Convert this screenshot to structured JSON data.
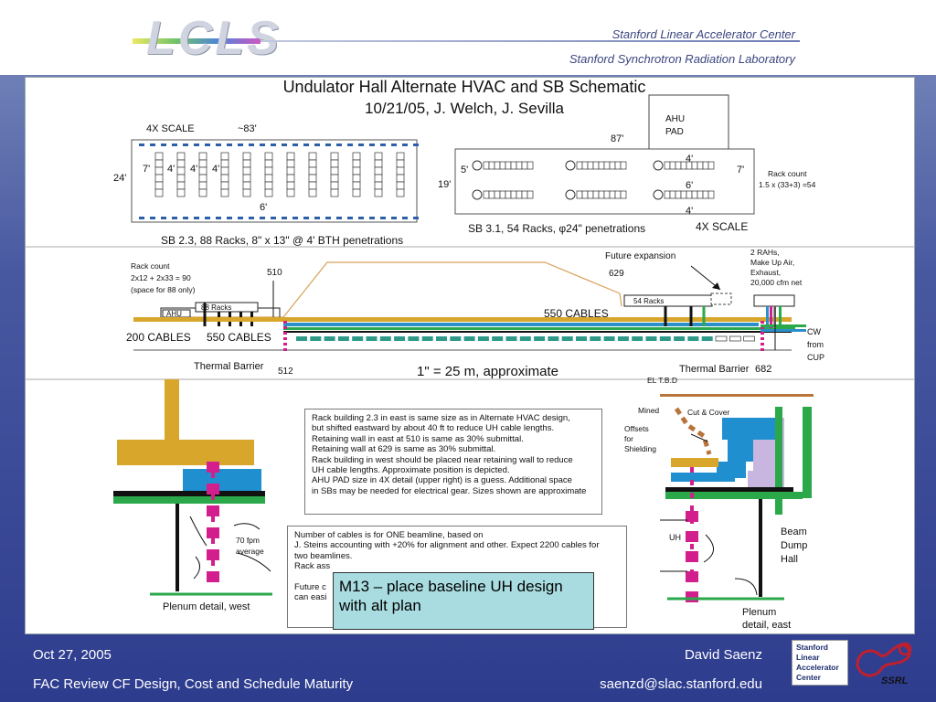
{
  "header": {
    "logo_text": "LCLS",
    "org_line_1": "Stanford Linear Accelerator Center",
    "org_line_2": "Stanford Synchrotron Radiation Laboratory"
  },
  "diagram": {
    "title": "Undulator Hall Alternate HVAC and SB Schematic",
    "subtitle": "10/21/05, J. Welch, J. Sevilla",
    "left_plan": {
      "scale_label": "4X SCALE",
      "length_label": "~83'",
      "height_label": "24'",
      "dim_a": "7'",
      "dim_b": "4'",
      "dim_c": "4'",
      "dim_d": "4'",
      "dim_bottom": "6'",
      "caption": "SB 2.3,  88 Racks,  8\" x 13\" @ 4' BTH penetrations"
    },
    "right_plan": {
      "ahu_pad": "AHU\nPAD",
      "length_label": "87'",
      "height_label": "19'",
      "dim_left": "5'",
      "dim_top": "4'",
      "dim_right": "7'",
      "dim_mid": "6'",
      "dim_bottom": "4'",
      "rack_count_label": "Rack count",
      "rack_count_formula": "1.5 x (33+3) =54",
      "caption": "SB 3.1, 54 Racks, φ24\" penetrations",
      "scale_label": "4X SCALE"
    },
    "section": {
      "rack_count_1": "Rack count",
      "rack_count_2": "2x12 + 2x33 = 90",
      "rack_count_3": "(space for 88 only)",
      "marker_510": "510",
      "marker_629": "629",
      "future_expansion": "Future expansion",
      "rah_1": "2 RAHs,",
      "rah_2": "Make Up Air,",
      "rah_3": "Exhaust,",
      "rah_4": "20,000 cfm net",
      "ahu": "AHU",
      "racks_88": "88 Racks",
      "racks_54": "54 Racks",
      "cables_550_right": "550 CABLES",
      "cables_200": "200 CABLES",
      "cables_550_left": "550 CABLES",
      "cw_1": "CW",
      "cw_2": "from",
      "cw_3": "CUP",
      "thermal_barrier_left": "Thermal Barrier",
      "marker_512": "512",
      "scale_text": "1\" = 25 m, approximate",
      "thermal_barrier_right": "Thermal Barrier",
      "marker_682": "682"
    },
    "plenum_west": {
      "airflow": "70 fpm\naverage",
      "caption": "Plenum detail, west"
    },
    "plenum_east": {
      "el": "EL  T.B.D",
      "mined": "Mined",
      "cut_cover": "Cut & Cover",
      "offsets": "Offsets\nfor\nShielding",
      "uh": "UH",
      "beam_dump": "Beam\nDump\nHall",
      "caption": "Plenum\ndetail, east"
    },
    "note_1": "Rack building 2.3 in east is same size as in Alternate HVAC design,\nbut shifted eastward by about 40 ft to reduce UH cable lengths.\nRetaining wall in east at 510 is same as 30% submittal.\nRetaining wall at 629 is same as 30% submittal.\nRack building in west should be placed near retaining wall to reduce\nUH cable lengths.  Approximate position is depicted.\nAHU PAD size in 4X detail (upper right) is a guess. Additional space\nin SBs may be needed for electrical gear. Sizes shown are approximate",
    "note_2": "Number of cables is for ONE beamline, based on\nJ. Steins accounting with +20% for alignment and other. Expect 2200 cables for\ntwo beamlines.\nRack ass\n\nFuture c\ncan easi",
    "callout": "M13 – place baseline UH design with alt plan"
  },
  "footer": {
    "date": "Oct 27, 2005",
    "title": "FAC Review CF Design, Cost and Schedule Maturity",
    "presenter": "David Saenz",
    "email": "saenzd@slac.stanford.edu",
    "badge_line_1": "Stanford",
    "badge_line_2": "Linear",
    "badge_line_3": "Accelerator",
    "badge_line_4": "Center",
    "ssrl_text": "SSRL"
  }
}
